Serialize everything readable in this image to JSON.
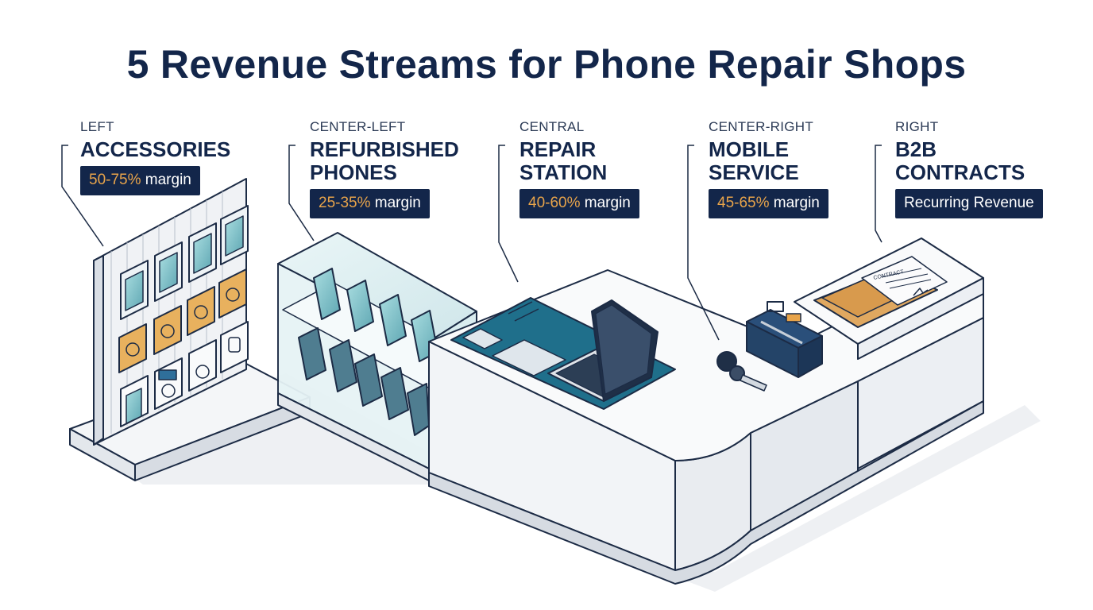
{
  "title": "5 Revenue Streams for Phone Repair Shops",
  "colors": {
    "navy": "#13264a",
    "orange": "#e8a44a",
    "teal": "#1f6f8b",
    "display_glass": "#dff0f2",
    "counter_white": "#f7f9fb",
    "line": "#1c2b45"
  },
  "streams": [
    {
      "position": "LEFT",
      "name": "ACCESSORIES",
      "badge_value": "50-75%",
      "badge_suffix": " margin",
      "item": "accessories-wall"
    },
    {
      "position": "CENTER-LEFT",
      "name": "REFURBISHED\nPHONES",
      "badge_value": "25-35%",
      "badge_suffix": " margin",
      "item": "phone-display-case"
    },
    {
      "position": "CENTRAL",
      "name": "REPAIR\nSTATION",
      "badge_value": "40-60%",
      "badge_suffix": " margin",
      "item": "repair-mat-laptop"
    },
    {
      "position": "CENTER-RIGHT",
      "name": "MOBILE\nSERVICE",
      "badge_value": "45-65%",
      "badge_suffix": " margin",
      "item": "toolbox-car-key"
    },
    {
      "position": "RIGHT",
      "name": "B2B\nCONTRACTS",
      "badge_value": "",
      "badge_suffix": "Recurring Revenue",
      "item": "contract-folder"
    }
  ],
  "contract_text": "CONTRACT"
}
